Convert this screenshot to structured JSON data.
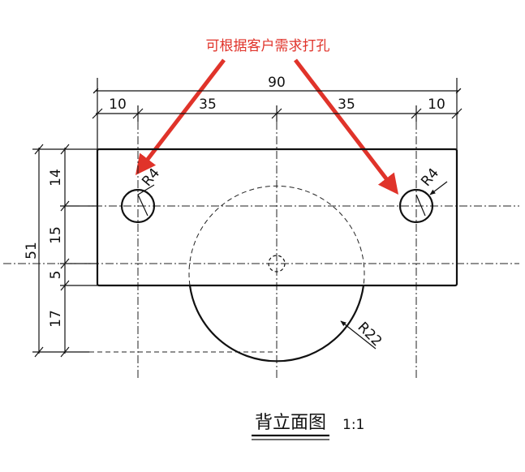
{
  "annotation": {
    "text": "可根据客户需求打孔",
    "color": "#e0332a"
  },
  "dimensions": {
    "overall_width": "90",
    "segments": [
      "10",
      "35",
      "35",
      "10"
    ],
    "vertical_total": "51",
    "vertical_segments": [
      "14",
      "15",
      "5",
      "17"
    ],
    "hole_radius_left": "R4",
    "hole_radius_right": "R4",
    "arc_radius": "R22"
  },
  "view": {
    "title": "背立面图",
    "scale": "1:1"
  }
}
